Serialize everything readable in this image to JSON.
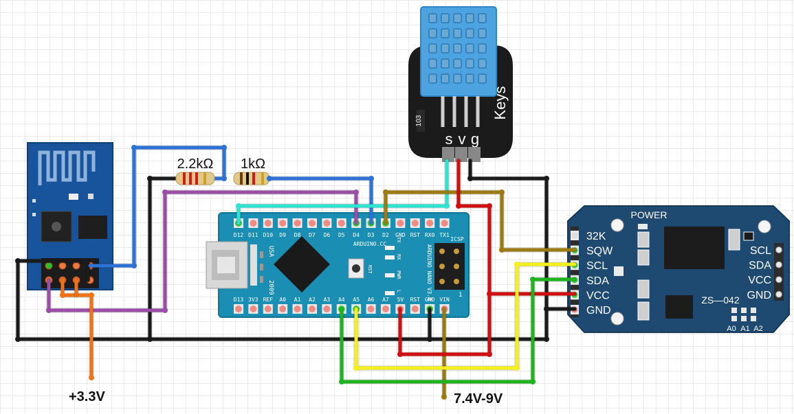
{
  "resistors": {
    "r1_label": "2.2kΩ",
    "r2_label": "1kΩ"
  },
  "dht": {
    "brand": "Keys",
    "code": "103",
    "pins": [
      "s",
      "v",
      "g"
    ]
  },
  "nano": {
    "top_pins": [
      "D12",
      "D11",
      "D10",
      "D9",
      "D8",
      "D7",
      "D6",
      "D5",
      "D4",
      "D3",
      "D2",
      "GND",
      "RST",
      "RX0",
      "TX1"
    ],
    "bottom_pins": [
      "D13",
      "3V3",
      "REF",
      "A0",
      "A1",
      "A2",
      "A3",
      "A4",
      "A5",
      "A6",
      "A7",
      "5V",
      "RST",
      "GND",
      "VIN"
    ],
    "usa": "USA",
    "year": "2009",
    "brand": "ARDUINO.CC",
    "name": "ARDUINO NANO V3.0",
    "led_labels": [
      "TX",
      "RX",
      "PWR",
      "L"
    ],
    "rst_label": "RST",
    "icsp": "ICSP",
    "pin1": "1"
  },
  "rtc": {
    "power": "POWER",
    "pins_left": [
      "32K",
      "SQW",
      "SCL",
      "SDA",
      "VCC",
      "GND"
    ],
    "pins_right": [
      "SCL",
      "SDA",
      "VCC",
      "GND"
    ],
    "model": "ZS—042",
    "addr": [
      "A0",
      "A1",
      "A2"
    ]
  },
  "supply": {
    "esp": "+3.3V",
    "nano": "7.4V-9V"
  },
  "wire_colors": {
    "black": "#1a1a1a",
    "blue": "#2e72d6",
    "purple": "#9a4ea6",
    "cyan": "#2ee3d0",
    "brown": "#9c7a12",
    "red": "#d01010",
    "yellow": "#f3f01c",
    "green": "#1fb41f",
    "orange": "#f07214"
  }
}
